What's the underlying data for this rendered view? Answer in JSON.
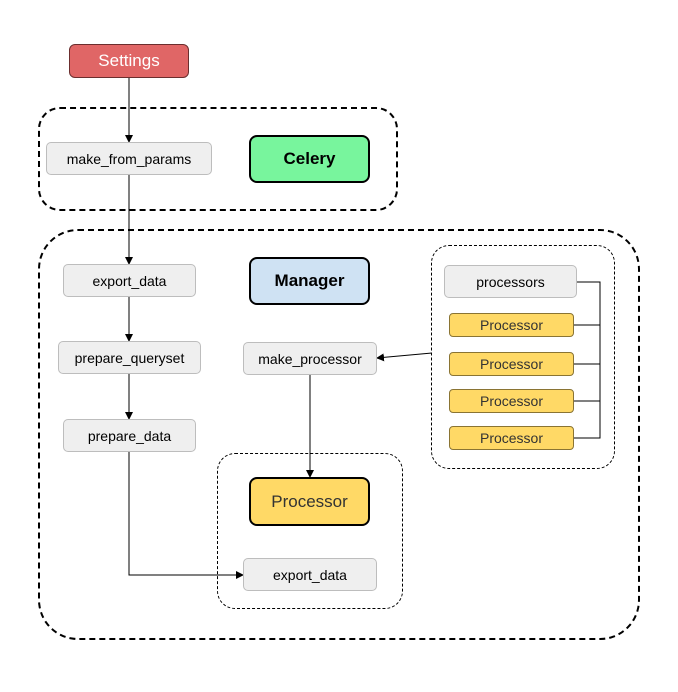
{
  "diagram": {
    "settings": "Settings",
    "celery": "Celery",
    "make_from_params": "make_from_params",
    "manager": "Manager",
    "export_data_top": "export_data",
    "prepare_queryset": "prepare_queryset",
    "prepare_data": "prepare_data",
    "make_processor": "make_processor",
    "processors": "processors",
    "processor_items": [
      "Processor",
      "Processor",
      "Processor",
      "Processor"
    ],
    "processor_main": "Processor",
    "export_data_bottom": "export_data"
  },
  "colors": {
    "settings": "#e06666",
    "celery": "#78f59d",
    "manager": "#cfe2f3",
    "processor": "#ffd966",
    "node_gray": "#efefef"
  }
}
